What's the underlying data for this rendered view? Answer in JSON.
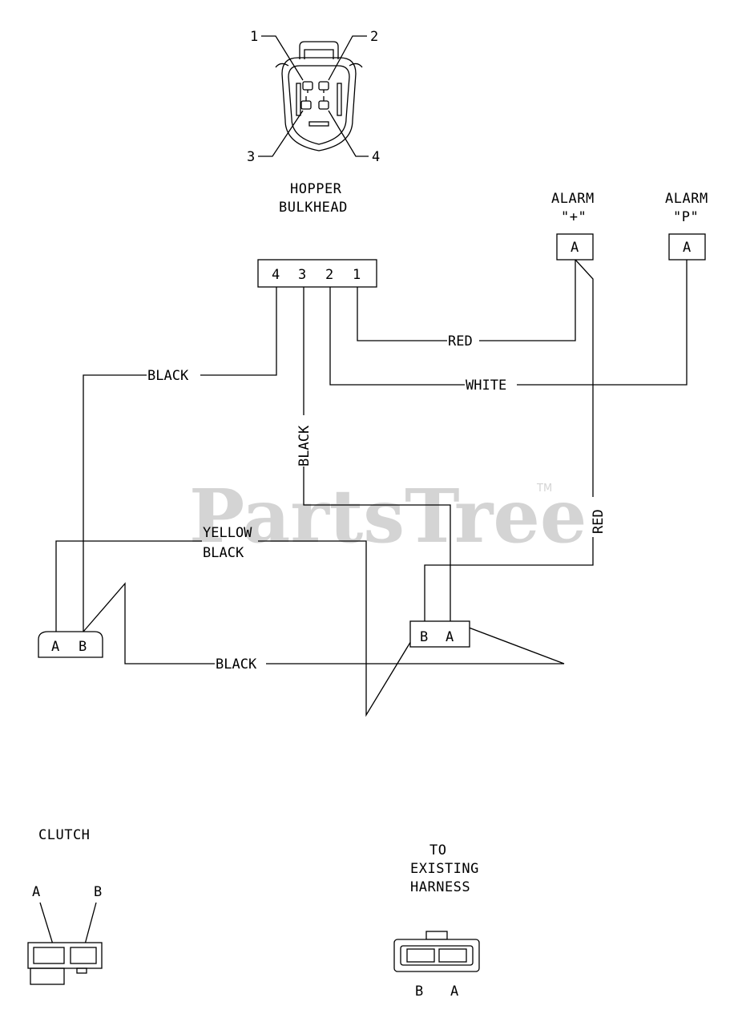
{
  "watermark": {
    "brand": "PartsTree",
    "trademark": "TM"
  },
  "hopper_bulkhead": {
    "pins": [
      "1",
      "2",
      "3",
      "4"
    ],
    "label_line1": "HOPPER",
    "label_line2": "BULKHEAD"
  },
  "bulkhead_plug": {
    "pins": [
      "4",
      "3",
      "2",
      "1"
    ]
  },
  "alarm_plus": {
    "label_line1": "ALARM",
    "label_line2": "\"+\"",
    "pin": "A"
  },
  "alarm_p": {
    "label_line1": "ALARM",
    "label_line2": "\"P\"",
    "pin": "A"
  },
  "wires": {
    "red_1": "RED",
    "white": "WHITE",
    "black_4": "BLACK",
    "black_3": "BLACK",
    "yellow": "YELLOW",
    "yellow_black": "BLACK",
    "red_2": "RED",
    "black_bottom": "BLACK"
  },
  "clutch": {
    "pins": [
      "A",
      "B"
    ],
    "label": "CLUTCH",
    "detail_pins": [
      "A",
      "B"
    ]
  },
  "harness": {
    "pins": [
      "B",
      "A"
    ],
    "label_line1": "TO",
    "label_line2": "EXISTING",
    "label_line3": "HARNESS",
    "detail_pins": [
      "B",
      "A"
    ]
  },
  "colors": {
    "line": "#000000",
    "watermark": "#d4d4d4"
  }
}
